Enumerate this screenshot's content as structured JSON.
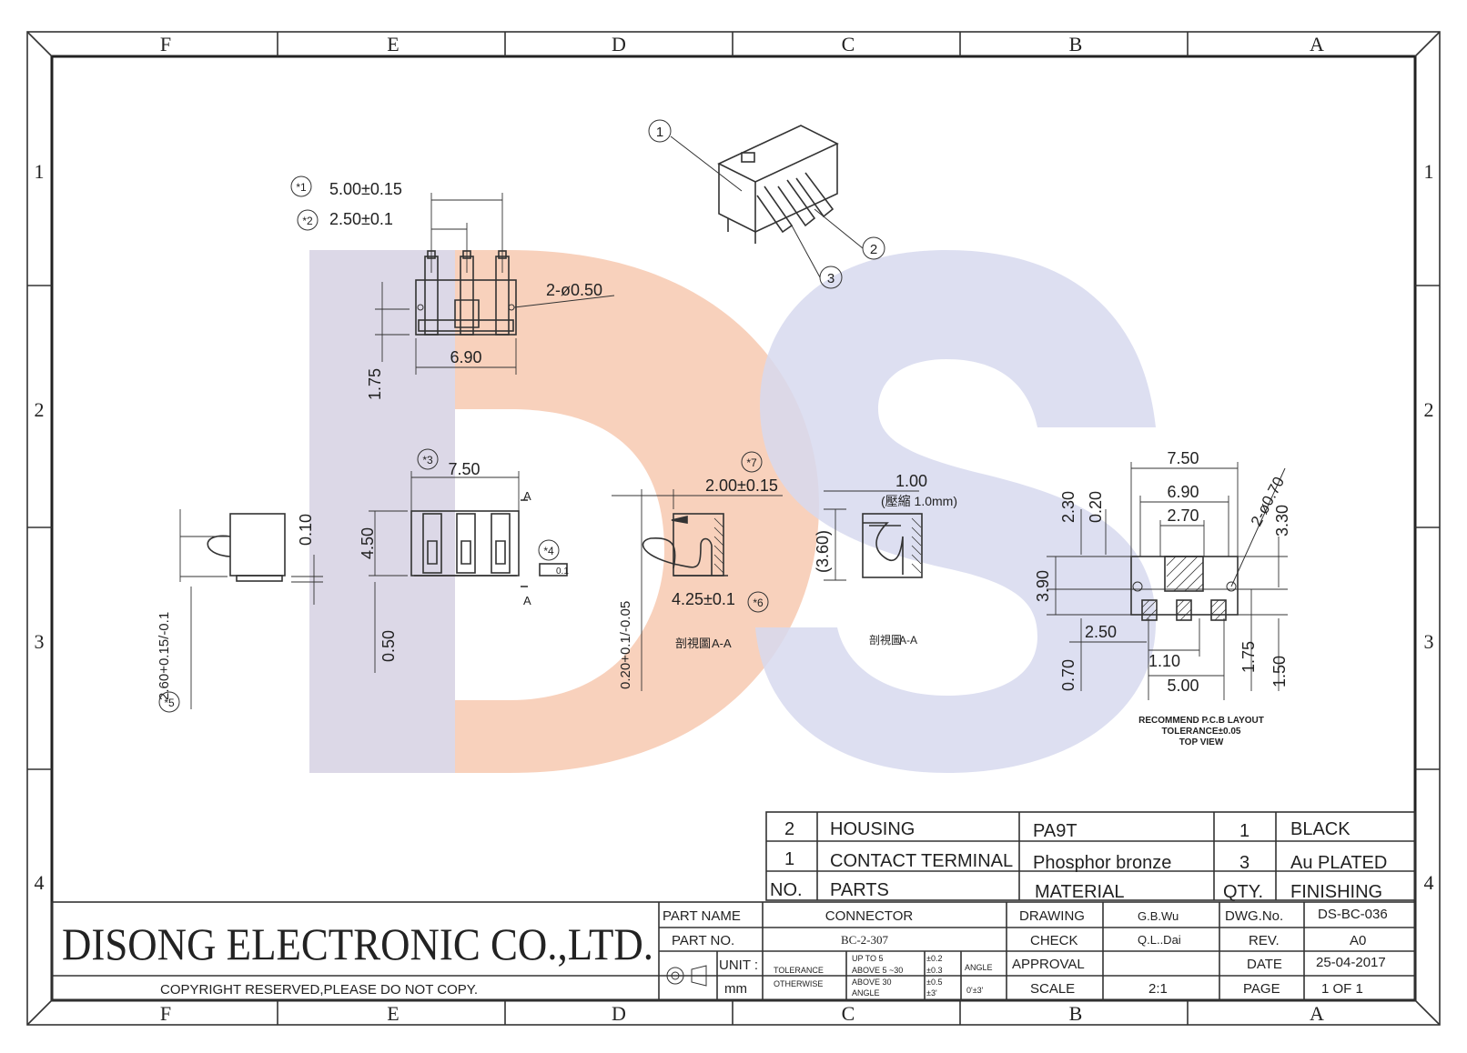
{
  "frame": {
    "columns": [
      "F",
      "E",
      "D",
      "C",
      "B",
      "A"
    ],
    "rows": [
      "1",
      "2",
      "3",
      "4"
    ]
  },
  "watermark": {
    "text": "DS",
    "color_d": "#f7c9b0",
    "color_s": "#d7d9ee"
  },
  "balloons": {
    "b1": "1",
    "b2": "2",
    "b3": "3"
  },
  "top_view": {
    "dim1_tag": "*1",
    "dim1": "5.00±0.15",
    "dim2_tag": "*2",
    "dim2": "2.50±0.1",
    "hole": "2-ø0.50",
    "width": "6.90",
    "height": "1.75"
  },
  "front_view": {
    "tag3": "*3",
    "width": "7.50",
    "height": "4.50",
    "section_a": "A",
    "tag4": "*4",
    "flatness": "0.1",
    "bottom": "0.50"
  },
  "side_view": {
    "height": "0.10",
    "tag5": "*5",
    "pin": "2.60+0.15/-0.1"
  },
  "section1": {
    "tag7": "*7",
    "top": "2.00±0.15",
    "bottom": "4.25±0.1",
    "tag6": "*6",
    "left": "0.20+0.1/-0.05",
    "caption_cjk": "剖視圖",
    "caption": "A-A"
  },
  "section2": {
    "top": "1.00",
    "note": "(壓縮 1.0mm)",
    "height": "(3.60)",
    "caption_cjk": "剖視圖",
    "caption": "A-A"
  },
  "pcb": {
    "w1": "7.50",
    "w2": "6.90",
    "w3": "2.70",
    "hole": "2-ø0.70",
    "v1": "2.30",
    "v2": "0.20",
    "v3": "3.30",
    "v4": "3.90",
    "h1": "2.50",
    "h2": "1.10",
    "h3": "5.00",
    "v5": "0.70",
    "v6": "1.75",
    "v7": "1.50",
    "note1": "RECOMMEND P.C.B LAYOUT",
    "note2": "TOLERANCE±0.05",
    "note3": "TOP VIEW"
  },
  "bom": {
    "rows": [
      {
        "no": "2",
        "part": "HOUSING",
        "material": "PA9T",
        "qty": "1",
        "finish": "BLACK"
      },
      {
        "no": "1",
        "part": "CONTACT TERMINAL",
        "material": "Phosphor bronze",
        "qty": "3",
        "finish": "Au PLATED"
      }
    ],
    "header": {
      "no": "NO.",
      "part": "PARTS",
      "material": "MATERIAL",
      "qty": "QTY.",
      "finish": "FINISHING"
    }
  },
  "title_block": {
    "company": "DISONG ELECTRONIC CO.,LTD.",
    "copyright": "COPYRIGHT RESERVED,PLEASE DO NOT COPY.",
    "part_name_label": "PART NAME",
    "part_name": "CONNECTOR",
    "part_no_label": "PART NO.",
    "part_no": "BC-2-307",
    "unit_label": "UNIT :",
    "unit": "mm",
    "tol_label1": "TOLERANCE",
    "tol_label2": "OTHERWISE",
    "tol1_range": "UP TO 5",
    "tol1": "±0.2",
    "tol2_range": "ABOVE 5 ~30",
    "tol2": "±0.3",
    "tol3_range": "ABOVE 30",
    "tol3": "±0.5",
    "tol4_range": "ANGLE",
    "tol4": "±3'",
    "angle_label": "ANGLE",
    "angle": "0'±3'",
    "drawing_label": "DRAWING",
    "drawing": "G.B.Wu",
    "check_label": "CHECK",
    "check": "Q.L..Dai",
    "approval_label": "APPROVAL",
    "approval": "",
    "scale_label": "SCALE",
    "scale": "2:1",
    "dwg_label": "DWG.No.",
    "dwg": "DS-BC-036",
    "rev_label": "REV.",
    "rev": "A0",
    "date_label": "DATE",
    "date": "25-04-2017",
    "page_label": "PAGE",
    "page": "1 OF 1"
  }
}
